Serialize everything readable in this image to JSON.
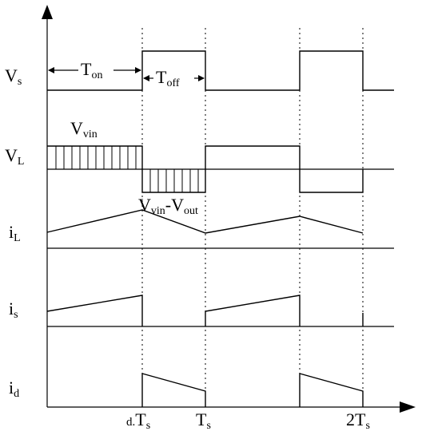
{
  "rows": {
    "vs": {
      "main": "V",
      "sub": "s"
    },
    "vl": {
      "main": "V",
      "sub": "L"
    },
    "il": {
      "main": "i",
      "sub": "L"
    },
    "is": {
      "main": "i",
      "sub": "s"
    },
    "id": {
      "main": "i",
      "sub": "d"
    }
  },
  "annotations": {
    "t_on": {
      "main": "T",
      "sub": "on"
    },
    "t_off": {
      "main": "T",
      "sub": "off"
    },
    "v_vin": {
      "main": "V",
      "sub": "vin"
    },
    "v_diff": {
      "main": "V",
      "sub1": "vin",
      "sep": "-V",
      "sub2": "out"
    }
  },
  "time_ticks": {
    "dts": {
      "prefix": "d.",
      "main": "T",
      "sub": "s"
    },
    "ts": {
      "main": "T",
      "sub": "s"
    },
    "two_ts": {
      "main": "2T",
      "sub": "s"
    }
  },
  "colors": {
    "ink": "#000000",
    "background": "#ffffff"
  }
}
